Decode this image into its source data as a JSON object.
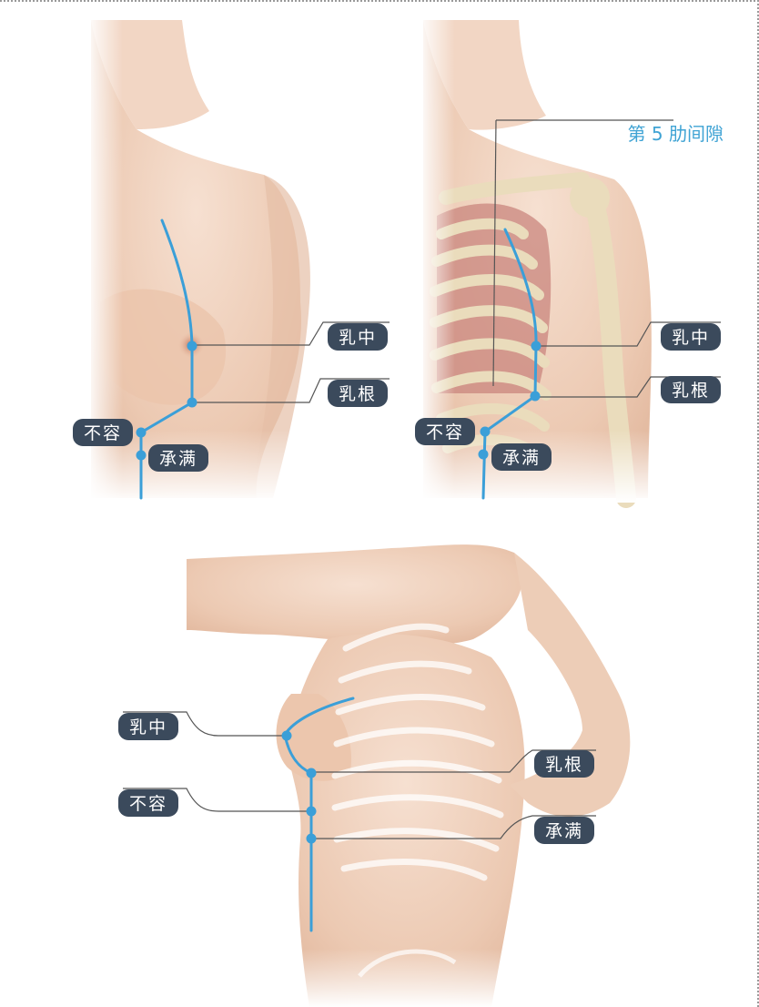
{
  "colors": {
    "meridian": "#3b9fd8",
    "leader": "#555555",
    "tag_bg": "#3b4a5c",
    "skin": "#efd2bf",
    "bone": "#f1e6cc",
    "lung": "#c9867d"
  },
  "panels": {
    "front": {
      "labels": {
        "ruzhong": "乳中",
        "rugen": "乳根",
        "burong": "不容",
        "chengman": "承满"
      }
    },
    "skeleton": {
      "rib_label": "第 5 肋间隙",
      "labels": {
        "ruzhong": "乳中",
        "rugen": "乳根",
        "burong": "不容",
        "chengman": "承满"
      }
    },
    "side": {
      "labels": {
        "ruzhong": "乳中",
        "rugen": "乳根",
        "burong": "不容",
        "chengman": "承满"
      }
    }
  }
}
